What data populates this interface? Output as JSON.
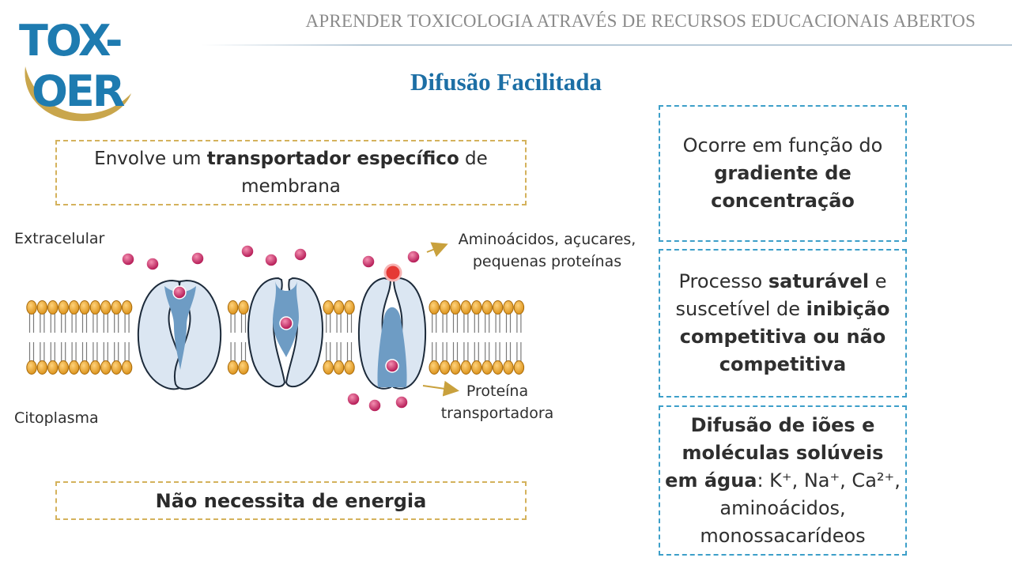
{
  "header": {
    "text": "APRENDER TOXICOLOGIA ATRAVÉS DE RECURSOS EDUCACIONAIS ABERTOS"
  },
  "logo": {
    "line1": "TOX-",
    "line2": "OER"
  },
  "title": "Difusão Facilitada",
  "left_boxes": {
    "transporter": {
      "pre": "Envolve um ",
      "bold": "transportador específico",
      "post": " de membrana"
    },
    "energy": {
      "text": "Não necessita de energia"
    }
  },
  "diagram": {
    "extracellular_label": "Extracelular",
    "cytoplasm_label": "Citoplasma",
    "substrates_label_line1": "Aminoácidos, açucares,",
    "substrates_label_line2": "pequenas proteínas",
    "protein_label_line1": "Proteína",
    "protein_label_line2": "transportadora"
  },
  "right_boxes": {
    "gradient": {
      "pre": "Ocorre em função do ",
      "bold": "gradiente de concentração"
    },
    "saturable": {
      "pre": "Processo ",
      "bold1": "saturável",
      "mid": " e suscetível de ",
      "bold2": "inibição competitiva ou não competitiva"
    },
    "solutes": {
      "bold": "Difusão de iões e moléculas solúveis em água",
      "post": ": K⁺, Na⁺, Ca²⁺, aminoácidos, monossacarídeos"
    }
  },
  "colors": {
    "title": "#1d6fa5",
    "gold_border": "#d4b25c",
    "blue_border": "#3d9fc9",
    "lipid_head": "#e9a630",
    "molecule": "#c2185b",
    "molecule_highlight": "#e53935",
    "protein_light": "#dbe6f2",
    "protein_dark": "#6e9cc4"
  }
}
